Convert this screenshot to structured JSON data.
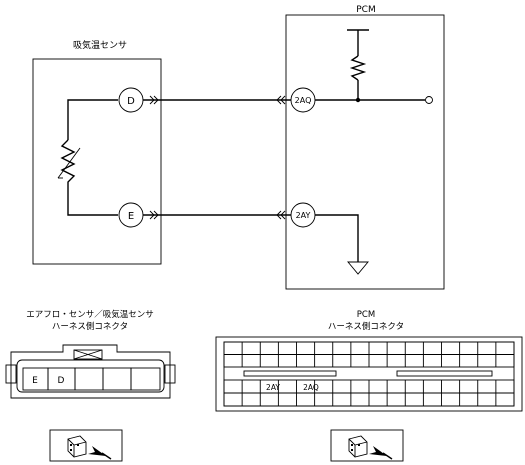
{
  "pcm_label": "PCM",
  "sensor_label": "吸気温センサ",
  "pins": {
    "sensor_top": "D",
    "sensor_bottom": "E",
    "pcm_top": "2AQ",
    "pcm_bottom": "2AY"
  },
  "sensor_connector": {
    "title_line1": "エアフロ・センサ／吸気温センサ",
    "title_line2": "ハーネス側コネクタ",
    "cells": [
      "E",
      "D",
      "",
      "",
      ""
    ]
  },
  "pcm_connector": {
    "title_line1": "PCM",
    "title_line2": "ハーネス側コネクタ",
    "row_bottom_labels": {
      "2AY": "2AY",
      "2AQ": "2AQ"
    }
  },
  "icons": [
    "connector-view-icon",
    "connector-view-icon"
  ]
}
